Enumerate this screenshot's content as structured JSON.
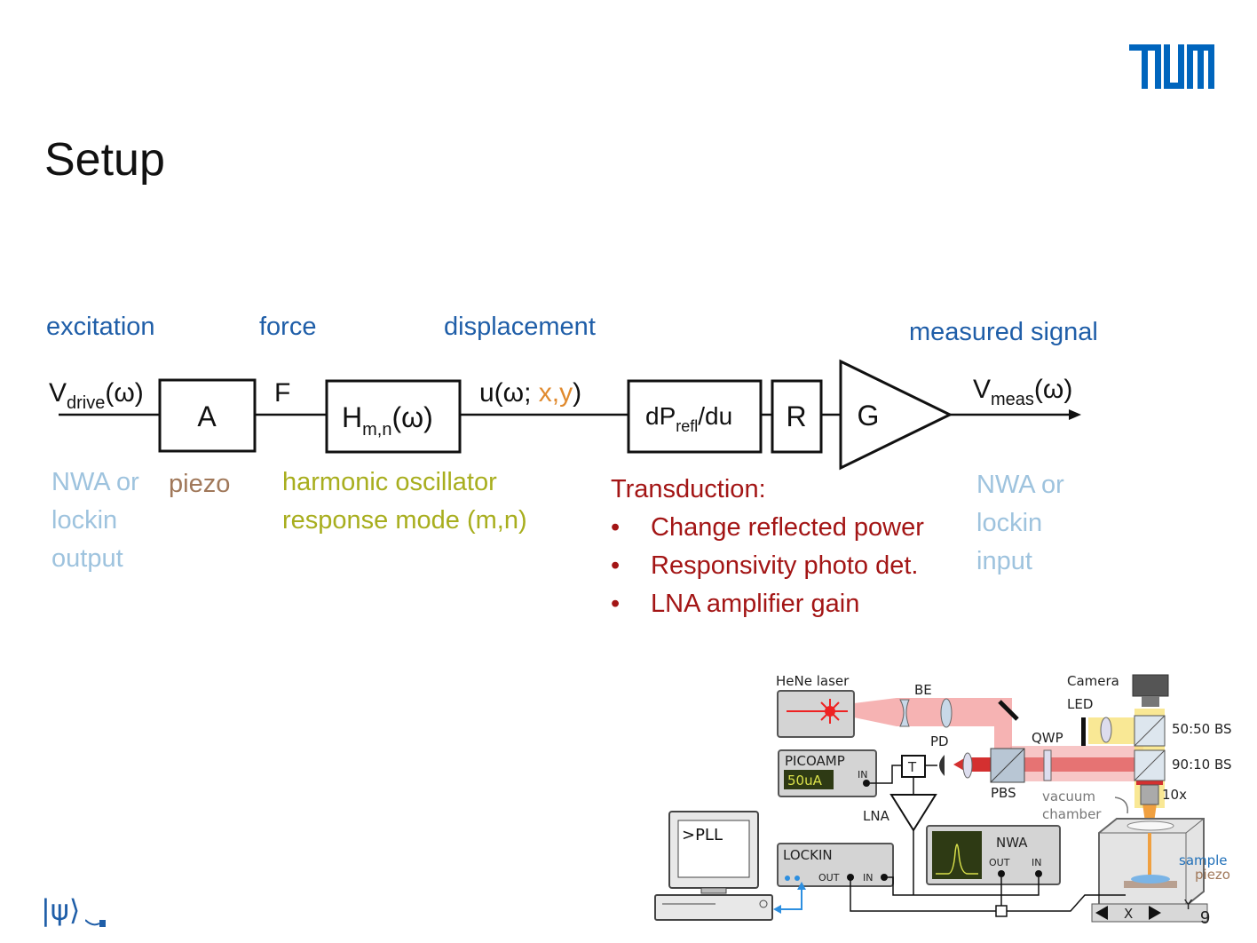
{
  "slide": {
    "title": "Setup",
    "page_number": "9",
    "footer_logo_text": "|ψ⟩"
  },
  "header_labels": {
    "excitation": "excitation",
    "force": "force",
    "displacement": "displacement",
    "measured_signal": "measured signal"
  },
  "chain": {
    "input_signal": "V",
    "input_signal_sub": "drive",
    "input_signal_arg": "(ω)",
    "block_a": "A",
    "force_symbol": "F",
    "block_h": "H",
    "block_h_sub": "m,n",
    "block_h_arg": "(ω)",
    "displacement_symbol": "u(ω; ",
    "displacement_coords": "x,y",
    "displacement_close": ")",
    "block_dp": "dP",
    "block_dp_sub": "refl",
    "block_dp_tail": "/du",
    "block_r": "R",
    "block_g": "G",
    "output_signal": "V",
    "output_signal_sub": "meas",
    "output_signal_arg": "(ω)"
  },
  "descriptions": {
    "input_lines": [
      "NWA or",
      "lockin",
      "output"
    ],
    "piezo": "piezo",
    "oscillator_lines": [
      "harmonic oscillator",
      "response mode (m,n)"
    ],
    "transduction_title": "Transduction:",
    "transduction_items": [
      "Change reflected power",
      "Responsivity photo det.",
      "LNA amplifier gain"
    ],
    "output_lines": [
      "NWA or",
      "lockin",
      "input"
    ]
  },
  "setup_schematic": {
    "hene_laser": "HeNe laser",
    "be": "BE",
    "camera": "Camera",
    "led": "LED",
    "bs_5050": "50:50 BS",
    "bs_9010": "90:10 BS",
    "qwp": "QWP",
    "pd": "PD",
    "pbs": "PBS",
    "objective": "10x",
    "vacuum_chamber_line1": "vacuum",
    "vacuum_chamber_line2": "chamber",
    "picoamp": "PICOAMP",
    "picoamp_range": "50uA",
    "picoamp_in": "IN",
    "tee": "T",
    "lna": "LNA",
    "lockin": "LOCKIN",
    "lockin_out": "OUT",
    "lockin_in": "IN",
    "nwa": "NWA",
    "nwa_out": "OUT",
    "nwa_in": "IN",
    "computer_screen": ">PLL",
    "sample": "sample",
    "piezo": "piezo",
    "stage_x": "X",
    "stage_y": "Y"
  },
  "colors": {
    "brand_blue": "#0065bd",
    "label_blue": "#1f5ea8",
    "light_blue": "#9ec3de",
    "olive": "#a8ae1e",
    "brown": "#a0785a",
    "red": "#a31515",
    "orange": "#e08a2e"
  },
  "icons": [
    "tum-logo",
    "psi-logo",
    "laser-burst-icon",
    "resonance-peak-icon",
    "computer-icon"
  ]
}
